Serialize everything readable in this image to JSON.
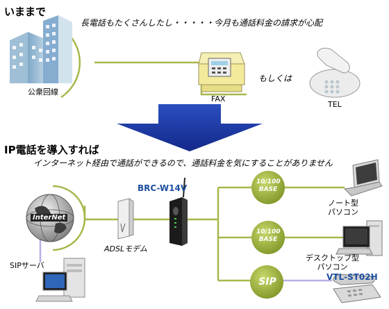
{
  "before": {
    "heading": "いままで",
    "caption": "長電話もたくさんしたし・・・・・今月も通話料金の請求が心配",
    "public_line_label": "公衆回線",
    "fax_label": "FAX",
    "or_label": "もしくは",
    "tel_label": "TEL"
  },
  "after": {
    "heading": "IP電話を導入すれば",
    "caption": "インターネット経由で通話ができるので、通話料金を気にすることがありません",
    "internet_label": "InterNet",
    "sip_server_label": "SIPサーバ",
    "adsl_modem_label": "ADSLモデム",
    "router_model": "BRC-W14V",
    "port_badge_1": [
      "10/100",
      "BASE"
    ],
    "port_badge_2": [
      "10/100",
      "BASE"
    ],
    "sip_badge": "SIP",
    "laptop_label": [
      "ノート型",
      "パソコン"
    ],
    "desktop_label": [
      "デスクトップ型",
      "パソコン"
    ],
    "phone_model": "VTL-ST02H"
  },
  "colors": {
    "arrow_blue": "#1f3fa8",
    "line_olive": "#a8b74a",
    "line_lavender": "#b6b0e6",
    "badge_green": "#8fa832",
    "model_blue": "#1f4fa0"
  }
}
